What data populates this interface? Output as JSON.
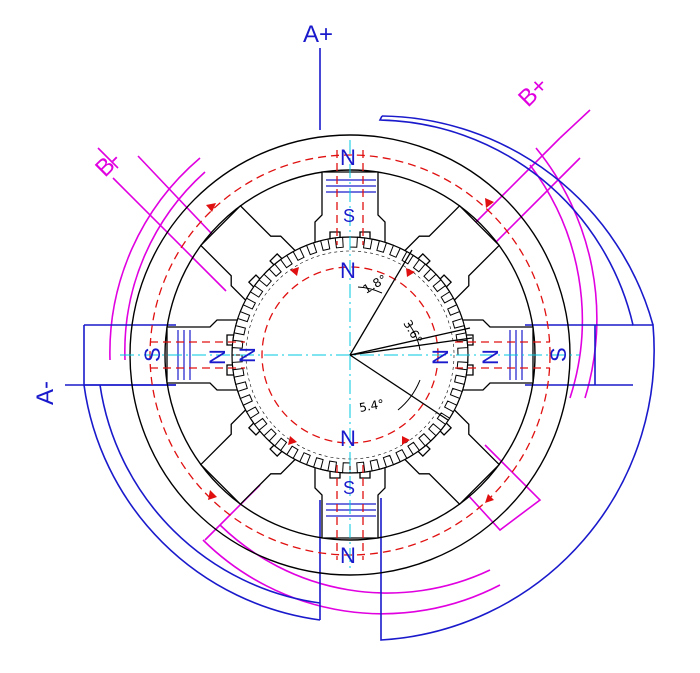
{
  "labels": {
    "a_plus": "A+",
    "a_minus": "A-",
    "b_plus": "B+",
    "b_minus": "B-"
  },
  "poles": {
    "stator_top_outer": "N",
    "stator_top_inner": "S",
    "stator_bottom_outer": "N",
    "stator_bottom_inner": "S",
    "stator_left_outer": "S",
    "stator_left_inner": "N",
    "stator_right_outer": "S",
    "stator_right_inner": "N",
    "rotor_top": "N",
    "rotor_bottom": "N",
    "rotor_left": "N",
    "rotor_right": "N"
  },
  "angles": {
    "a1": "1.8°",
    "a2": "3.6°",
    "a3": "5.4°"
  },
  "colors": {
    "phase_a": "#1a1acc",
    "phase_b": "#e000e0",
    "flux": "#e01010",
    "structure": "#000000",
    "centerline": "#00c8e0"
  }
}
